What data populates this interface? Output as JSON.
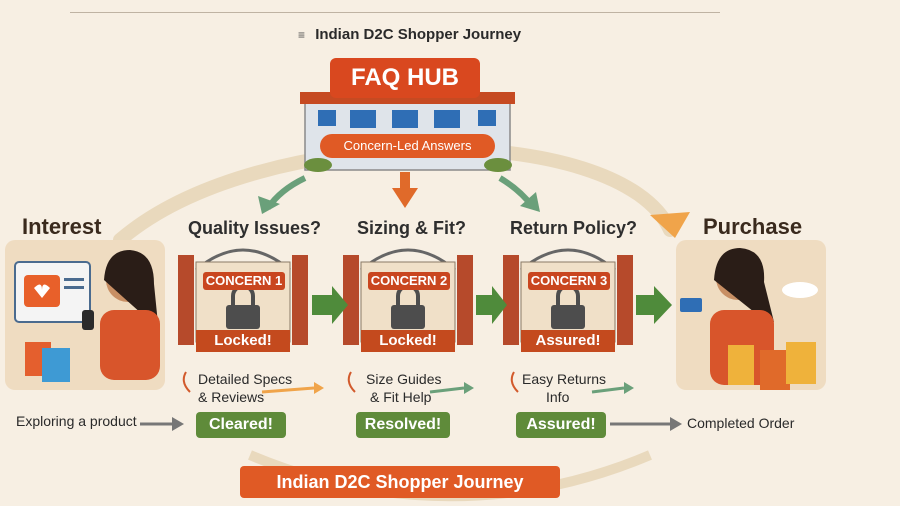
{
  "header": {
    "top_title": "Indian D2C Shopper Journey",
    "faq_hub": "FAQ HUB",
    "hub_banner": "Concern-Led Answers"
  },
  "stages": {
    "interest": "Interest",
    "purchase": "Purchase",
    "left_caption": "Exploring a product",
    "right_caption": "Completed Order"
  },
  "concerns": [
    {
      "question": "Quality Issues?",
      "label": "CONCERN 1",
      "state": "Locked!",
      "answer": [
        "Detailed Specs",
        "& Reviews"
      ],
      "result": "Cleared!"
    },
    {
      "question": "Sizing & Fit?",
      "label": "CONCERN 2",
      "state": "Locked!",
      "answer": [
        "Size Guides",
        "& Fit Help"
      ],
      "result": "Resolved!"
    },
    {
      "question": "Return Policy?",
      "label": "CONCERN 3",
      "state": "Assured!",
      "answer": [
        "Easy Returns",
        "Info"
      ],
      "result": "Assured!"
    }
  ],
  "footer": {
    "banner": "Indian D2C Shopper Journey"
  },
  "colors": {
    "orange": "#e05a25",
    "green": "#5f8b3a",
    "red": "#c44a1e"
  }
}
